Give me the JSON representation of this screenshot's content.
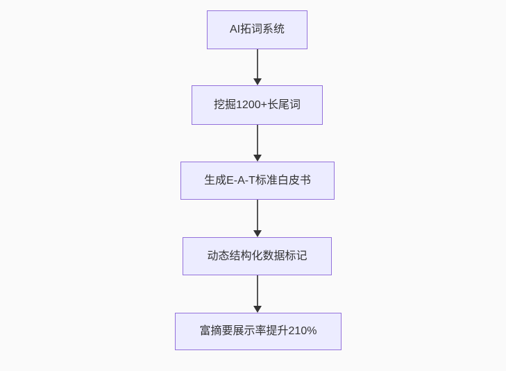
{
  "diagram": {
    "type": "flowchart",
    "direction": "top-down",
    "nodes": [
      {
        "id": "node-1",
        "label": "AI拓词系统"
      },
      {
        "id": "node-2",
        "label": "挖掘1200+长尾词"
      },
      {
        "id": "node-3",
        "label": "生成E-A-T标准白皮书"
      },
      {
        "id": "node-4",
        "label": "动态结构化数据标记"
      },
      {
        "id": "node-5",
        "label": "富摘要展示率提升210%"
      }
    ],
    "edges": [
      {
        "from": "node-1",
        "to": "node-2"
      },
      {
        "from": "node-2",
        "to": "node-3"
      },
      {
        "from": "node-3",
        "to": "node-4"
      },
      {
        "from": "node-4",
        "to": "node-5"
      }
    ],
    "colors": {
      "background": "#fafafa",
      "node_fill": "#ECECFF",
      "node_border": "#9370DB",
      "text": "#333333",
      "edge_line": "#555555",
      "arrowhead": "#333333"
    }
  }
}
